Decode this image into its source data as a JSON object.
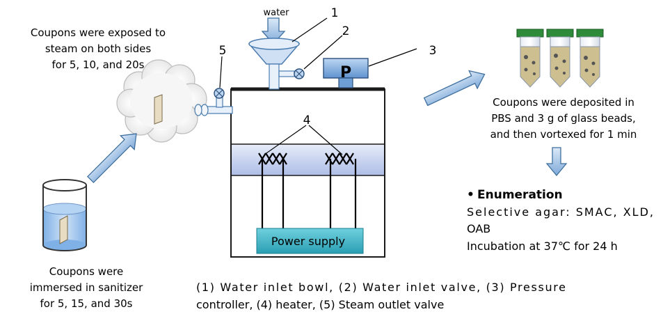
{
  "labels": {
    "water": "water",
    "n1": "1",
    "n2": "2",
    "n3": "3",
    "n4": "4",
    "n5": "5",
    "p": "P",
    "power_supply": "Power supply"
  },
  "steam_text": [
    "Coupons were exposed to",
    "steam on both sides",
    "for 5, 10, and 20s"
  ],
  "immersed_text": [
    "Coupons were",
    "immersed in sanitizer",
    "for 5, 15, and 30s"
  ],
  "deposit_text": [
    "Coupons were deposited in",
    "PBS and 3 g of glass beads,",
    "and then vortexed for 1 min"
  ],
  "enumeration": {
    "bullet": "•",
    "title": "Enumeration",
    "lines": [
      "Selective agar: SMAC, XLD,",
      "OAB",
      "Incubation at 37℃ for 24 h"
    ]
  },
  "legend": [
    "(1) Water inlet bowl, (2) Water inlet valve, (3) Pressure",
    "controller, (4) heater, (5) Steam  outlet valve"
  ],
  "colors": {
    "arrow_fill": "#9fc3e8",
    "arrow_stroke": "#3e6f9e",
    "band_fill": "#c9d5f0",
    "power_fill": "#3fb3c6",
    "tube_cap": "#2e8b3a",
    "liquid": "#9cc3ee"
  }
}
